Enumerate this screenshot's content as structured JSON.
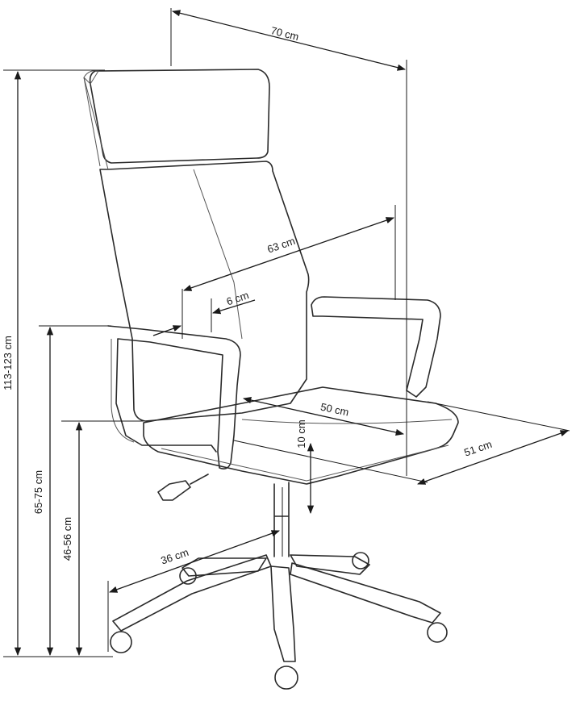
{
  "dimensions": {
    "overall_width": "70 cm",
    "backrest_height": "63 cm",
    "armrest_width": "6 cm",
    "seat_depth": "50 cm",
    "seat_width": "51 cm",
    "seat_thickness": "10 cm",
    "overall_height": "113-123 cm",
    "armrest_height": "65-75 cm",
    "seat_height": "46-56 cm",
    "base_radius": "36 cm"
  }
}
